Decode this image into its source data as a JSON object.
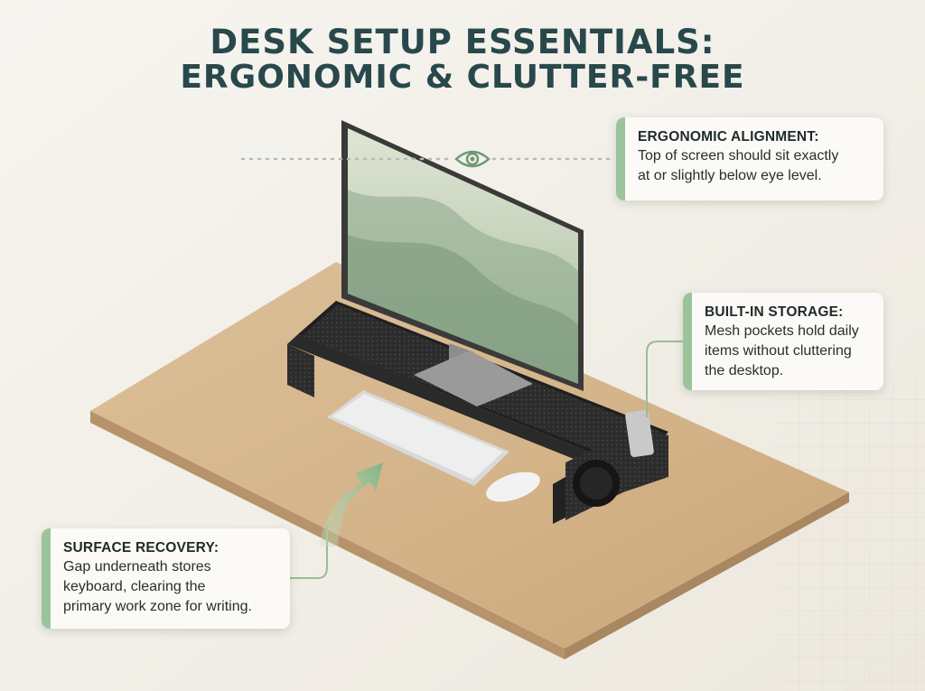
{
  "title": {
    "line1": "DESK SETUP ESSENTIALS:",
    "line2": "ERGONOMIC & CLUTTER-FREE"
  },
  "callouts": {
    "ergonomic": {
      "heading": "ERGONOMIC ALIGNMENT:",
      "line1": "Top of screen should sit exactly",
      "line2": "at or slightly below eye level."
    },
    "storage": {
      "heading": "BUILT-IN STORAGE:",
      "line1": "Mesh pockets hold daily",
      "line2": "items without cluttering",
      "line3": "the desktop."
    },
    "surface": {
      "heading": "SURFACE RECOVERY:",
      "line1": "Gap underneath stores",
      "line2": "keyboard, clearing the",
      "line3": "primary work zone for writing."
    }
  },
  "icons": {
    "eye": "eye-icon",
    "arrow": "curved-arrow-icon"
  },
  "colors": {
    "title": "#28484c",
    "accent": "#9cc49c",
    "desk": "#d6b68b",
    "riser": "#2b2b2b",
    "background": "#f2efe8"
  }
}
